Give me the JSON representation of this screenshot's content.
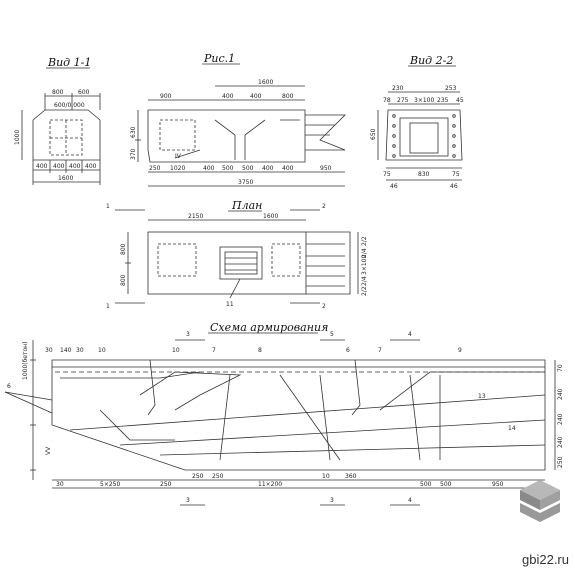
{
  "titles": {
    "view_1_1": "Вид 1-1",
    "fig": "Рис.1",
    "view_2_2": "Вид 2-2",
    "plan": "План",
    "scheme": "Схема армирования"
  },
  "dims_view11": {
    "top": [
      "800",
      "600"
    ],
    "sub": "600/0,000",
    "bottom": [
      "400",
      "400",
      "400",
      "400"
    ],
    "total": "1600",
    "left": "1000"
  },
  "dims_fig": {
    "top_total": "1600",
    "top": [
      "900",
      "400",
      "400",
      "800"
    ],
    "left": [
      "630",
      "370"
    ],
    "bottom": [
      "250",
      "1020",
      "400",
      "500",
      "500",
      "400",
      "400",
      "950"
    ],
    "total": "3750",
    "label": "IV"
  },
  "dims_view22": {
    "top": [
      "230",
      "253"
    ],
    "mid": [
      "78",
      "275",
      "3×100",
      "235",
      "45"
    ],
    "left": "650",
    "bottom": [
      "75",
      "830",
      "75"
    ],
    "bot2": [
      "46",
      "46"
    ]
  },
  "dims_plan": {
    "top": [
      "2150",
      "1600"
    ],
    "left": [
      "800",
      "800"
    ],
    "right": [
      "2/2",
      "2/4",
      "3×100",
      "2/4",
      "2/2"
    ],
    "label": "11",
    "sections": [
      "1",
      "1",
      "2",
      "2"
    ]
  },
  "dims_scheme": {
    "left_vert": "1000(бетон)",
    "top": [
      "30",
      "140",
      "30"
    ],
    "marks_top": [
      "10",
      "10",
      "7",
      "8",
      "6",
      "7",
      "9"
    ],
    "marks_side": [
      "6",
      "13",
      "14"
    ],
    "cuts": [
      "3",
      "5",
      "4",
      "3",
      "3",
      "4"
    ],
    "bottom": [
      "30",
      "5×250",
      "250",
      "250",
      "250",
      "11×200",
      "10",
      "360",
      "500",
      "500",
      "950"
    ],
    "right": [
      "70",
      "240",
      "240",
      "240",
      "250"
    ],
    "left2": "VV"
  },
  "watermark": "gbi22.ru"
}
